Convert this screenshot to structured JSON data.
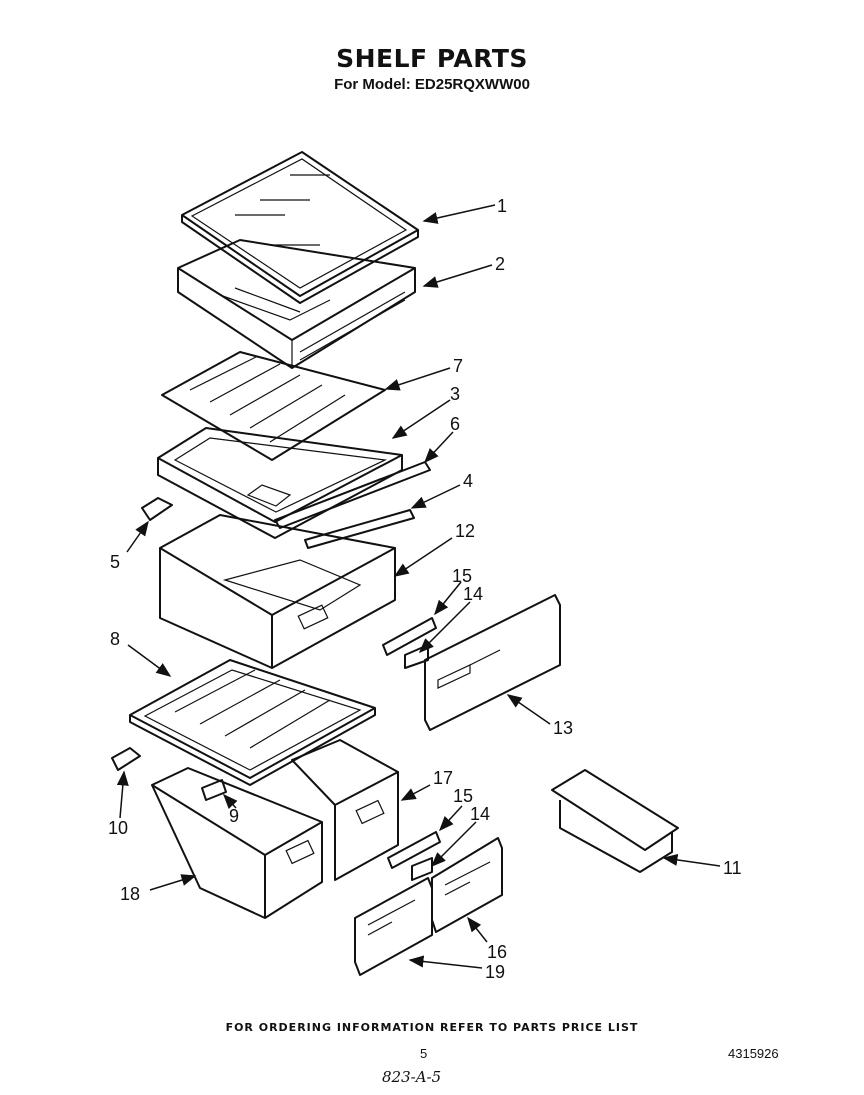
{
  "header": {
    "title": "SHELF PARTS",
    "subtitle": "For Model: ED25RQXWW00"
  },
  "callouts": [
    "1",
    "2",
    "7",
    "3",
    "6",
    "4",
    "5",
    "12",
    "15",
    "14",
    "8",
    "13",
    "10",
    "9",
    "17",
    "15",
    "14",
    "11",
    "18",
    "16",
    "19"
  ],
  "footer": {
    "note": "FOR ORDERING INFORMATION REFER TO PARTS PRICE LIST",
    "page_number": "5",
    "doc_number": "4315926",
    "handwritten": "823-A-5"
  }
}
